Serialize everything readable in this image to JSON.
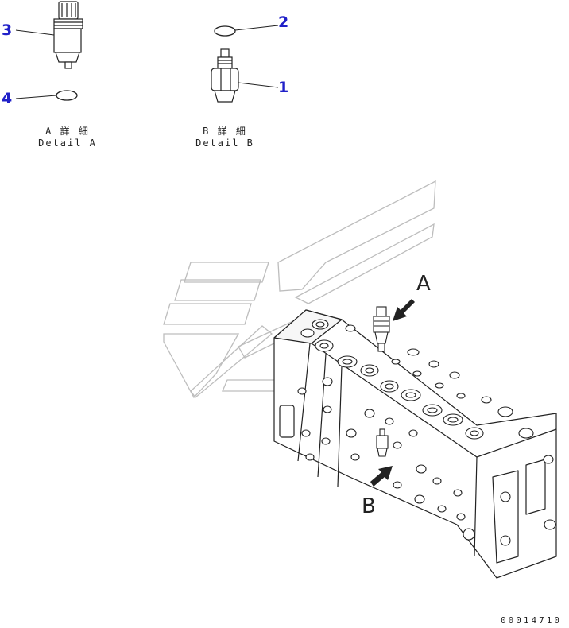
{
  "callouts": {
    "c1": "1",
    "c2": "2",
    "c3": "3",
    "c4": "4"
  },
  "detail_a": {
    "ja": "A 詳 細",
    "en": "Detail A"
  },
  "detail_b": {
    "ja": "B 詳 細",
    "en": "Detail B"
  },
  "views": {
    "a": "A",
    "b": "B"
  },
  "drawing_number": "00014710",
  "colors": {
    "callout": "#2020c8",
    "line": "#222222",
    "watermark": "#bdbdbd"
  }
}
